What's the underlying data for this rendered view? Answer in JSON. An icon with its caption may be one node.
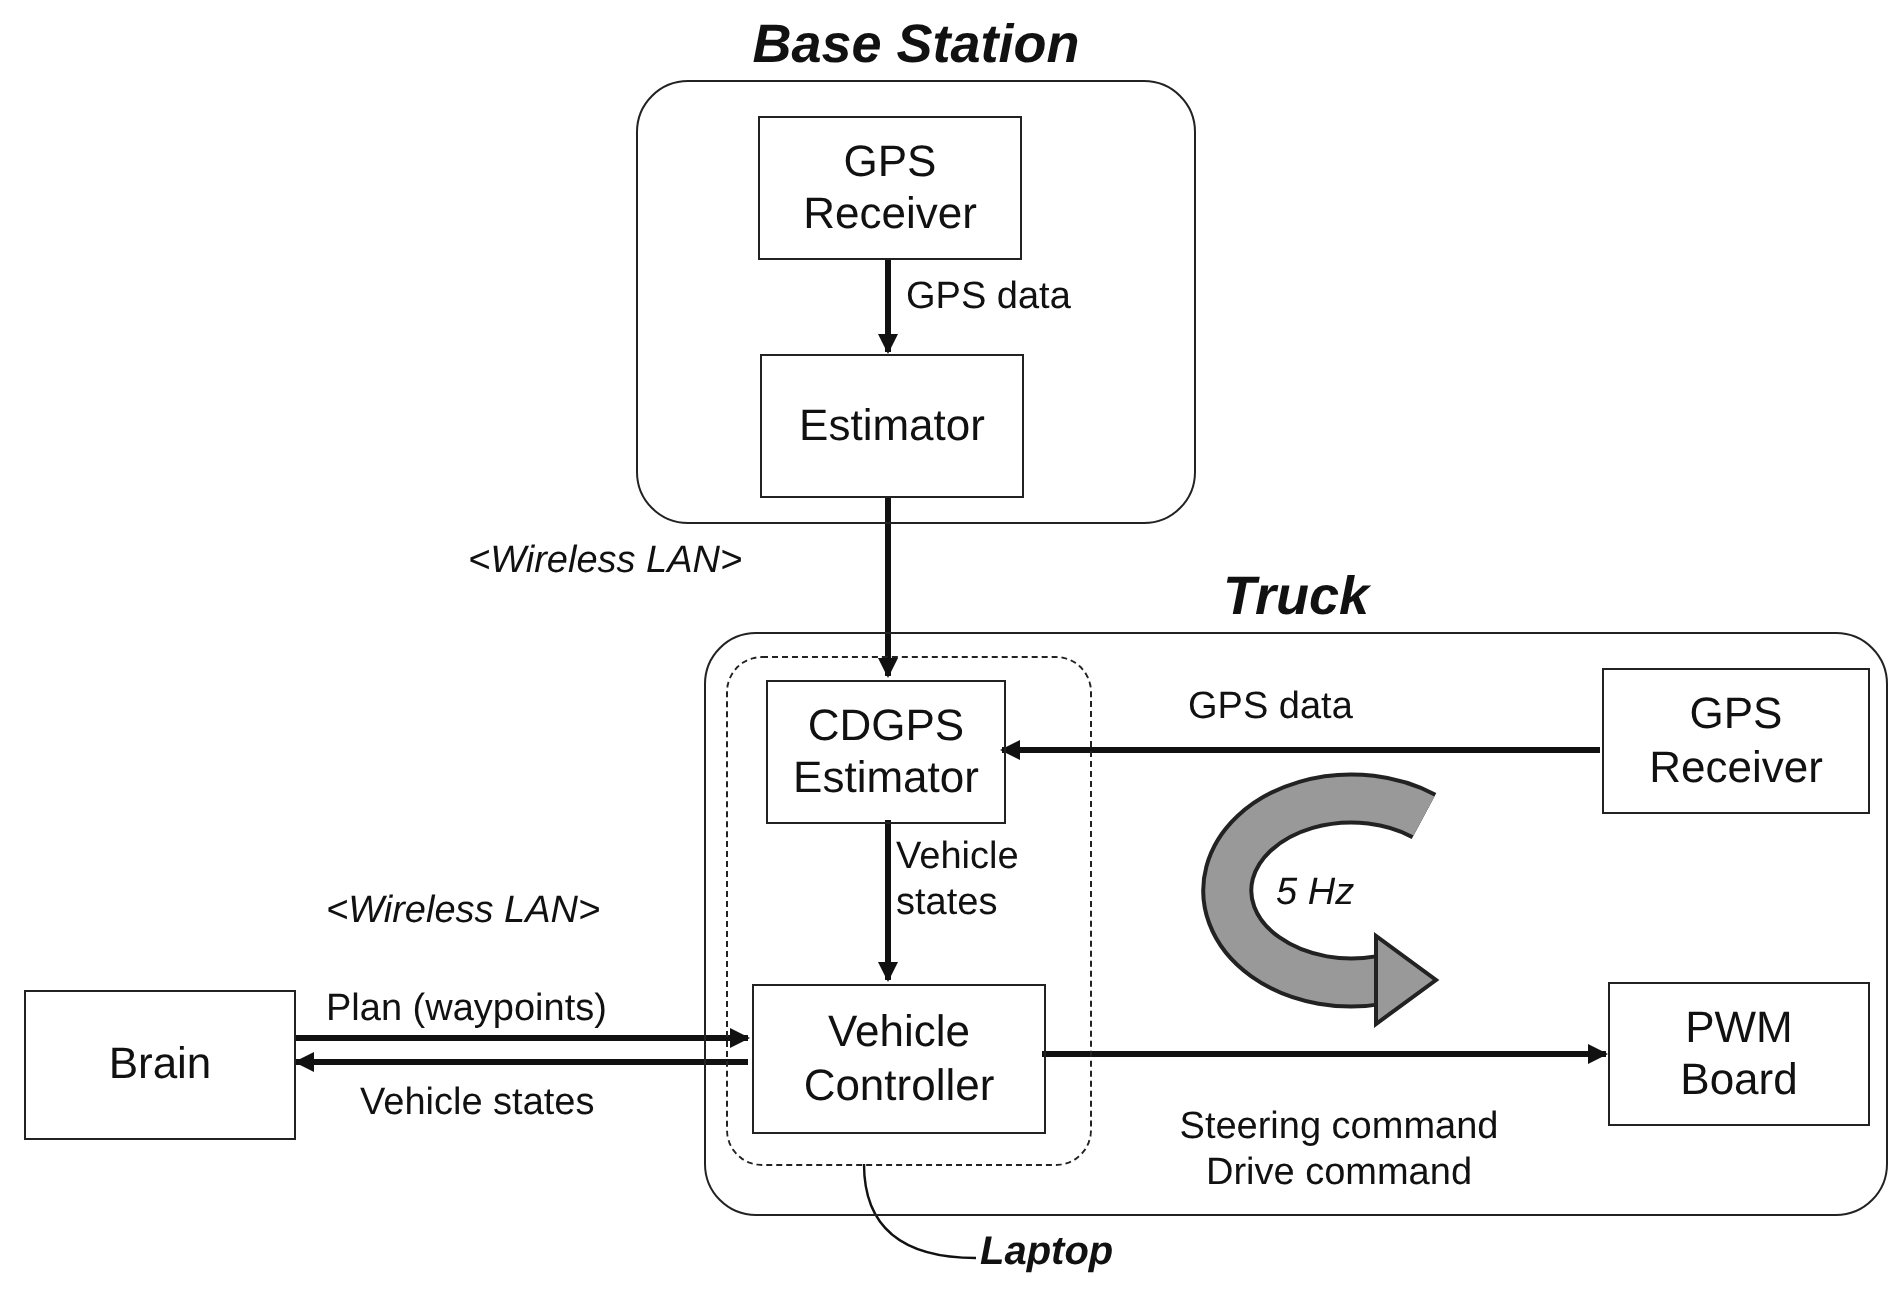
{
  "diagram": {
    "nodes": [
      {
        "text": [
          "Base Station"
        ]
      },
      {
        "text": [
          "GPS Receiver"
        ],
        "in": 0
      },
      {
        "text": [
          "Estimator"
        ],
        "in": 0
      },
      {
        "text": [
          "Truck"
        ]
      },
      {
        "text": [],
        "shape": "box",
        "in": 3
      },
      {
        "text": [
          "CDGPS Estimator"
        ],
        "in": 4
      },
      {
        "text": [
          "Vehicle Controller"
        ],
        "in": 4
      },
      {
        "text": [
          "GPS Receiver"
        ],
        "in": 3
      },
      {
        "text": [
          "PWM Board"
        ],
        "in": 3
      },
      {
        "text": [
          "Brain"
        ]
      },
      {
        "text": [
          "Laptop"
        ]
      }
    ],
    "edges": [
      {
        "from": 1,
        "to": 2,
        "arrow": "to",
        "label": "GPS data"
      },
      {
        "from": 2,
        "to": 5,
        "arrow": "to"
      },
      {
        "from": 7,
        "to": 5,
        "arrow": "to",
        "label": "GPS data"
      },
      {
        "from": 5,
        "to": 6,
        "arrow": "to",
        "label": "Vehicle states"
      },
      {
        "from": 9,
        "to": 6,
        "arrow": "to",
        "label": "Plan (waypoints)"
      },
      {
        "from": 6,
        "to": 9,
        "arrow": "to",
        "label": "Vehicle states"
      },
      {
        "from": 6,
        "to": 8,
        "arrow": "to",
        "label": "Steering command Drive command"
      },
      {
        "from": 10,
        "to": 4,
        "arrow": "none"
      }
    ],
    "labels": [
      "<Wireless LAN>",
      "<Wireless LAN>",
      "5 Hz"
    ]
  }
}
